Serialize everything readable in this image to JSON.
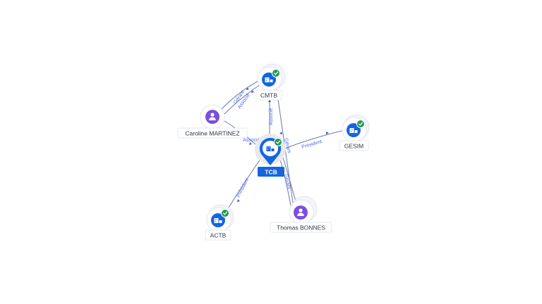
{
  "graph": {
    "center": {
      "label": "TCB"
    },
    "companies": [
      {
        "id": "cmtb",
        "label": "CMTB",
        "verified": true
      },
      {
        "id": "gesim",
        "label": "GESIM",
        "verified": true
      },
      {
        "id": "actb",
        "label": "ACTB",
        "verified": true
      }
    ],
    "people": [
      {
        "id": "caroline",
        "label": "Caroline MARTINEZ"
      },
      {
        "id": "thomas",
        "label": "Thomas BONNES"
      }
    ],
    "edge_labels": {
      "caroline_cmtb_1": "Gérant",
      "caroline_cmtb_2": "Associé",
      "tcb_cmtb": "Associé",
      "tcb_gesim": "Président",
      "tcb_actb": "Président",
      "thomas_tcb_1": "Gérant",
      "thomas_tcb_2": "Gérant",
      "caroline_tcb": "Associé"
    },
    "colors": {
      "company": "#1565e0",
      "person": "#7a4fe0",
      "verified": "#1f9d55",
      "edge_label": "#4a6cf0"
    },
    "icons": {
      "company": "building-icon",
      "person": "person-icon",
      "verified": "check-badge-icon",
      "center": "map-pin-icon"
    }
  }
}
